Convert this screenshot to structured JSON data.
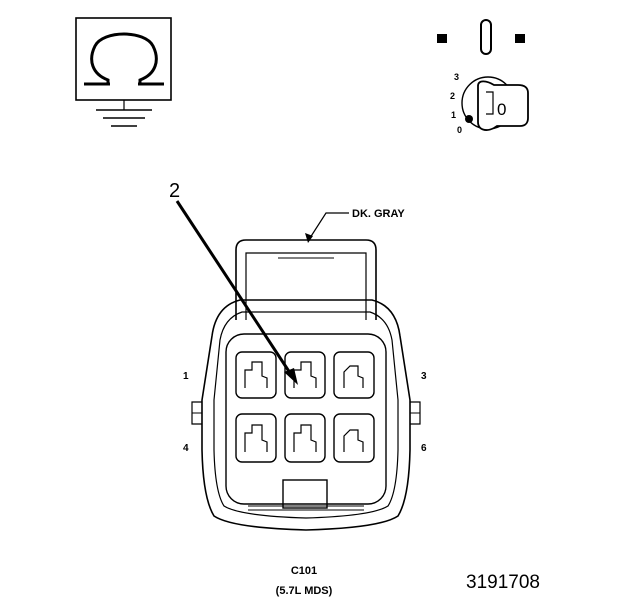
{
  "symbols": {
    "ohmmeter": {
      "icon": "ohm-omega-symbol-with-ground"
    },
    "ignition": {
      "icon": "ignition-key-switch",
      "positions": [
        "3",
        "2",
        "1",
        "0"
      ],
      "key_glyph": "0"
    }
  },
  "callout_number": "2",
  "wire_color_label": "DK. GRAY",
  "pins": {
    "top_left": "1",
    "top_right": "3",
    "bottom_left": "4",
    "bottom_right": "6"
  },
  "connector": {
    "id": "C101",
    "description": "(5.7L MDS)"
  },
  "figure_number": "3191708"
}
